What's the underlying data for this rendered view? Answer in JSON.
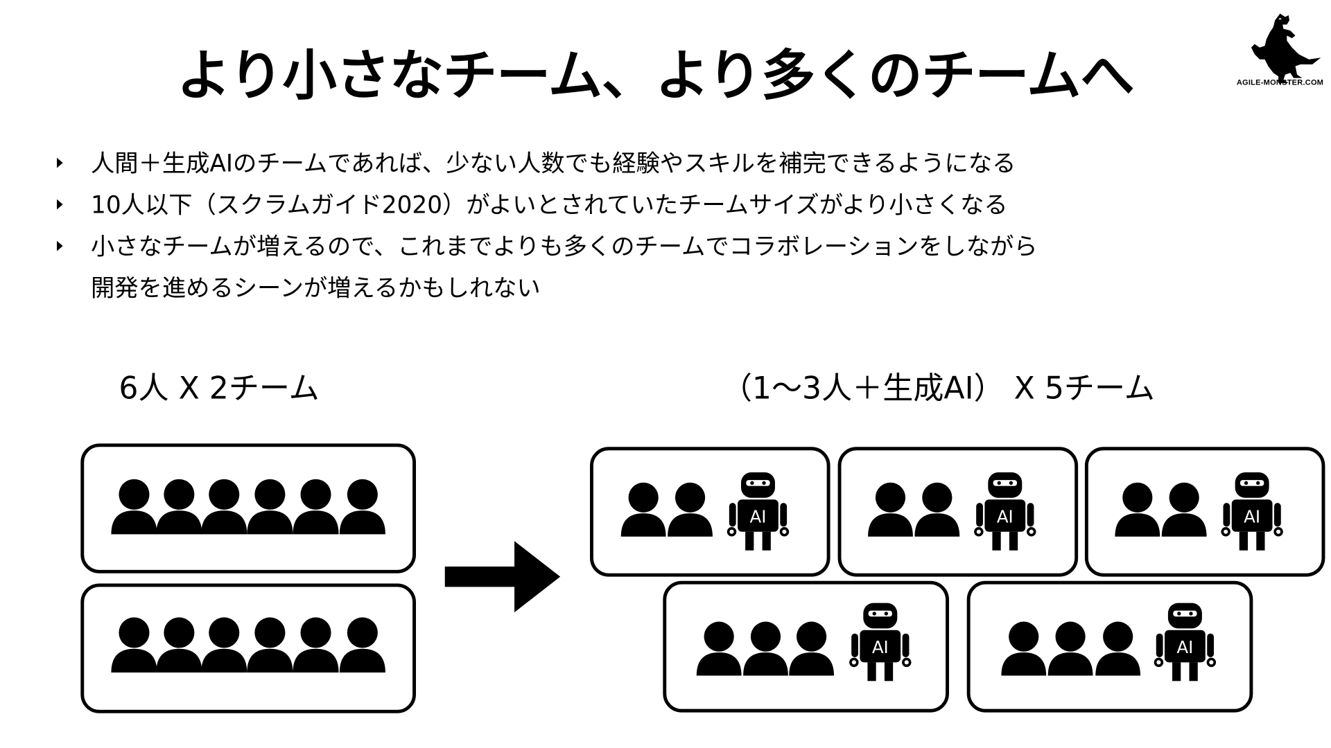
{
  "title": "より小さなチーム、より多くのチームへ",
  "logo": {
    "text": "AGILE-MONSTER.COM",
    "icon": "kaiju-silhouette"
  },
  "bullet_icon": "triangle-right-icon",
  "bullets": [
    {
      "lines": [
        "人間＋生成AIのチームであれば、少ない人数でも経験やスキルを補完できるようになる"
      ]
    },
    {
      "lines": [
        "10人以下（スクラムガイド2020）がよいとされていたチームサイズがより小さくなる"
      ]
    },
    {
      "lines": [
        "小さなチームが増えるので、これまでよりも多くのチームでコラボレーションをしながら",
        "開発を進めるシーンが増えるかもしれない"
      ]
    }
  ],
  "left_label": "6人 X 2チーム",
  "right_label": "（1〜3人＋生成AI） X 5チーム",
  "ai_badge": "AI",
  "arrow_icon": "arrow-right-icon",
  "before_teams": [
    {
      "people": 6
    },
    {
      "people": 6
    }
  ],
  "after_teams": [
    {
      "people": 2,
      "ai": 1
    },
    {
      "people": 2,
      "ai": 1
    },
    {
      "people": 2,
      "ai": 1
    },
    {
      "people": 3,
      "ai": 1
    },
    {
      "people": 3,
      "ai": 1
    }
  ]
}
